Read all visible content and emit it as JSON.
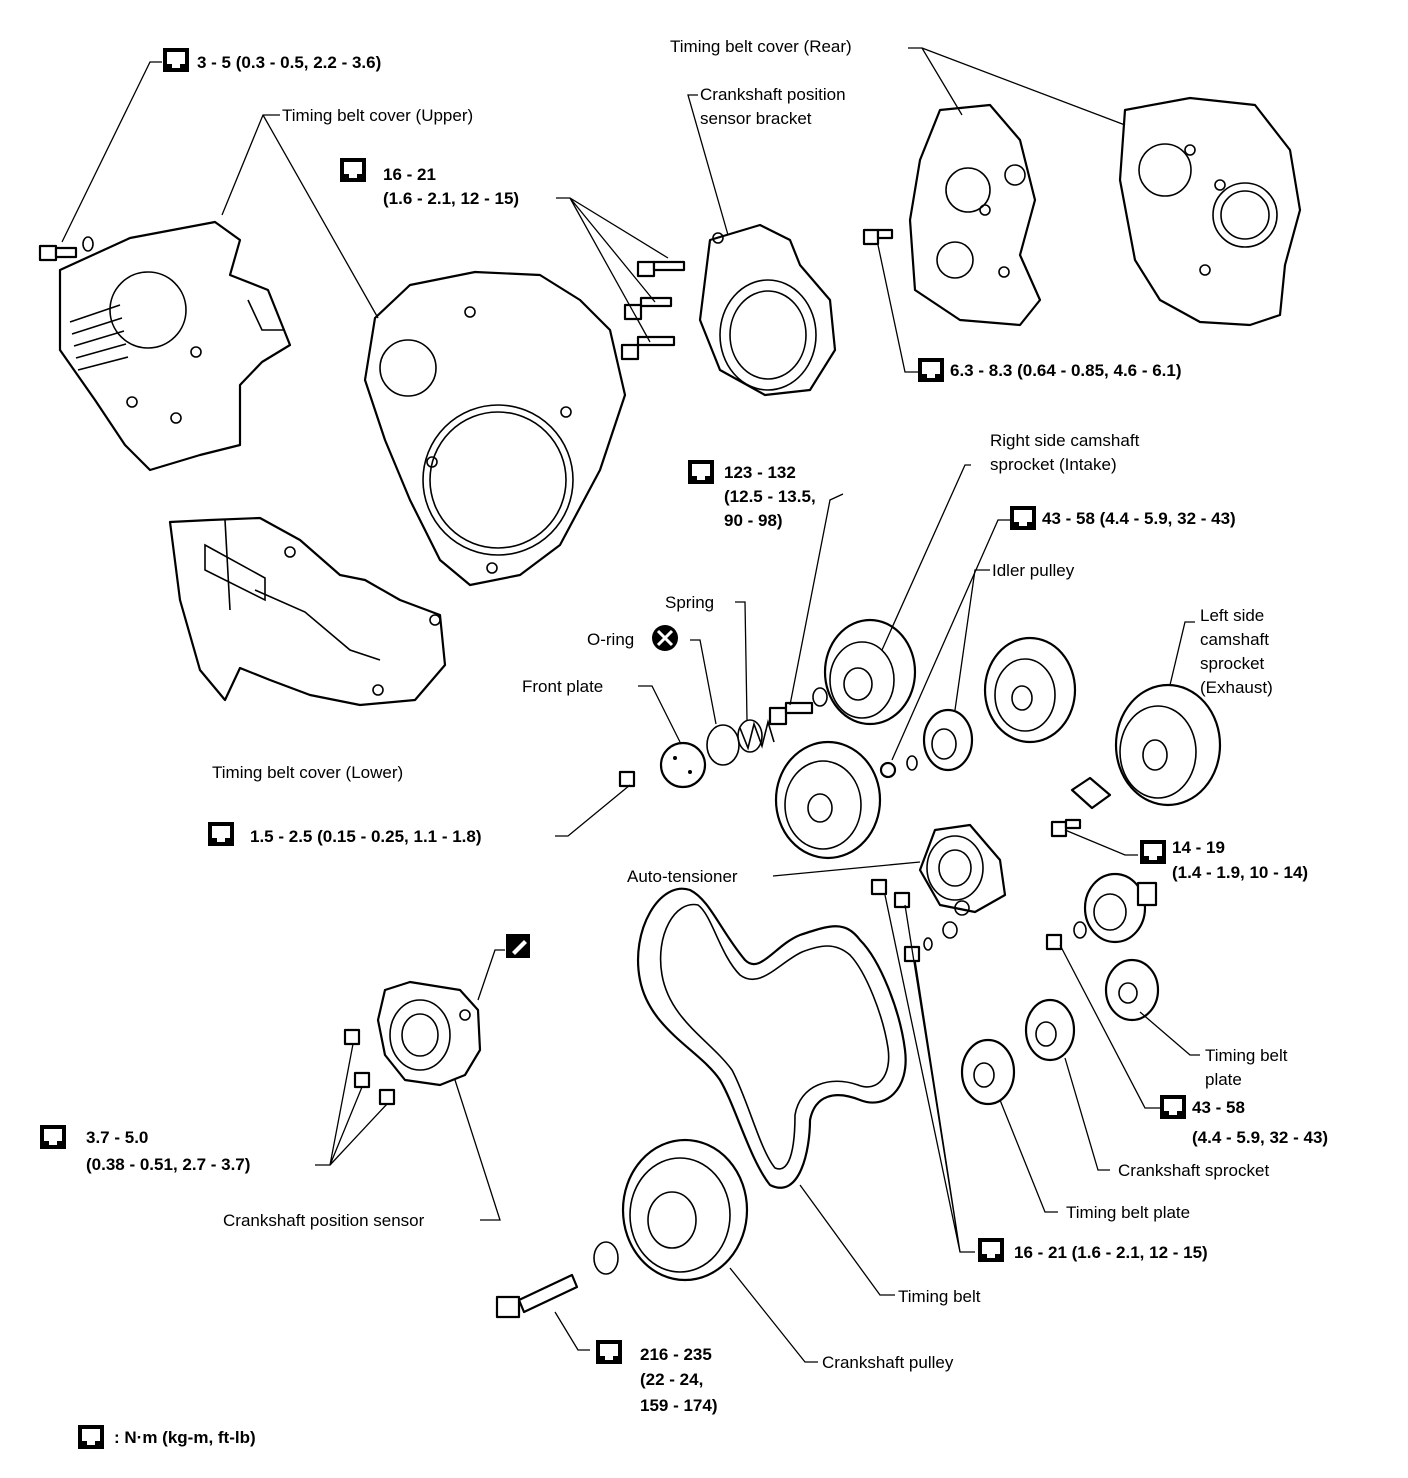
{
  "labels": {
    "cover_rear": "Timing belt cover (Rear)",
    "cover_upper": "Timing belt cover (Upper)",
    "sensor_bracket_1": "Crankshaft position",
    "sensor_bracket_2": "sensor bracket",
    "cover_lower": "Timing belt cover (Lower)",
    "right_cam_1": "Right side camshaft",
    "right_cam_2": "sprocket (Intake)",
    "idler_pulley": "Idler pulley",
    "left_cam_1": "Left side",
    "left_cam_2": "camshaft",
    "left_cam_3": "sprocket",
    "left_cam_4": "(Exhaust)",
    "spring": "Spring",
    "oring": "O-ring",
    "front_plate": "Front plate",
    "auto_tensioner": "Auto-tensioner",
    "timing_belt_plate_upper_1": "Timing belt",
    "timing_belt_plate_upper_2": "plate",
    "crank_sprocket": "Crankshaft sprocket",
    "timing_belt_plate_lower": "Timing belt plate",
    "crank_sensor": "Crankshaft position sensor",
    "timing_belt": "Timing belt",
    "crank_pulley": "Crankshaft pulley"
  },
  "torques": {
    "t_3_5": "3 - 5 (0.3 - 0.5, 2.2 - 3.6)",
    "t_16_21_top_1": "16 - 21",
    "t_16_21_top_2": "(1.6 - 2.1, 12 - 15)",
    "t_6_3": "6.3 - 8.3 (0.64 - 0.85, 4.6 - 6.1)",
    "t_123_1": "123 - 132",
    "t_123_2": "(12.5 - 13.5,",
    "t_123_3": "90 - 98)",
    "t_43_58_top": "43 - 58 (4.4 - 5.9, 32 - 43)",
    "t_1_5": "1.5 - 2.5 (0.15 - 0.25, 1.1 - 1.8)",
    "t_14_19_1": "14 - 19",
    "t_14_19_2": "(1.4 - 1.9, 10 - 14)",
    "t_3_7_1": "3.7 - 5.0",
    "t_3_7_2": "(0.38 - 0.51, 2.7 - 3.7)",
    "t_43_58_low_1": "43 - 58",
    "t_43_58_low_2": "(4.4 - 5.9, 32 - 43)",
    "t_16_21_low": "16 - 21 (1.6 - 2.1, 12 - 15)",
    "t_216_1": "216 - 235",
    "t_216_2": "(22 - 24,",
    "t_216_3": "159 - 174)"
  },
  "legend": {
    "text": ": N·m (kg-m, ft-lb)",
    "icon": "torque-wrench-icon"
  }
}
